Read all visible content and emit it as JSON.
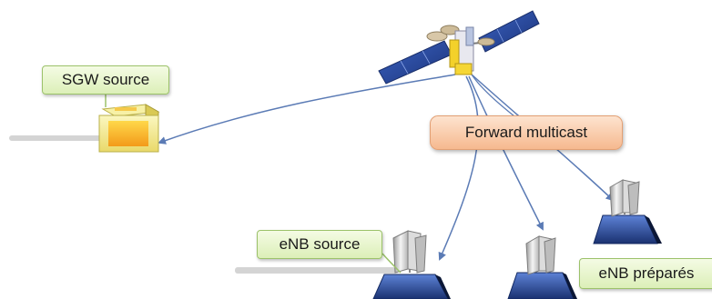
{
  "diagram": {
    "nodes": {
      "sgw_source": {
        "label": "SGW source",
        "icon": "server-box-icon"
      },
      "satellite": {
        "icon": "satellite-icon"
      },
      "forward_multicast": {
        "label": "Forward multicast"
      },
      "enb_source": {
        "label": "eNB source",
        "icon": "antenna-base-station-icon"
      },
      "enb_prepared_1": {
        "icon": "antenna-base-station-icon"
      },
      "enb_prepared_2": {
        "icon": "antenna-base-station-icon"
      },
      "enb_prepared_label": {
        "label": "eNB préparés"
      }
    },
    "links": [
      {
        "from": "satellite",
        "to": "sgw_source"
      },
      {
        "from": "satellite",
        "to": "enb_source"
      },
      {
        "from": "satellite",
        "to": "enb_prepared_1"
      },
      {
        "from": "satellite",
        "to": "enb_prepared_2"
      }
    ],
    "colors": {
      "link": "#5b7bb5",
      "sgw_label_bg": "#e4f3c9",
      "multicast_bg": "#f9c9a3",
      "solar_panel": "#2a4aa0",
      "antenna_base": "#1f3f8a",
      "server_box": "#f3e66a"
    }
  }
}
